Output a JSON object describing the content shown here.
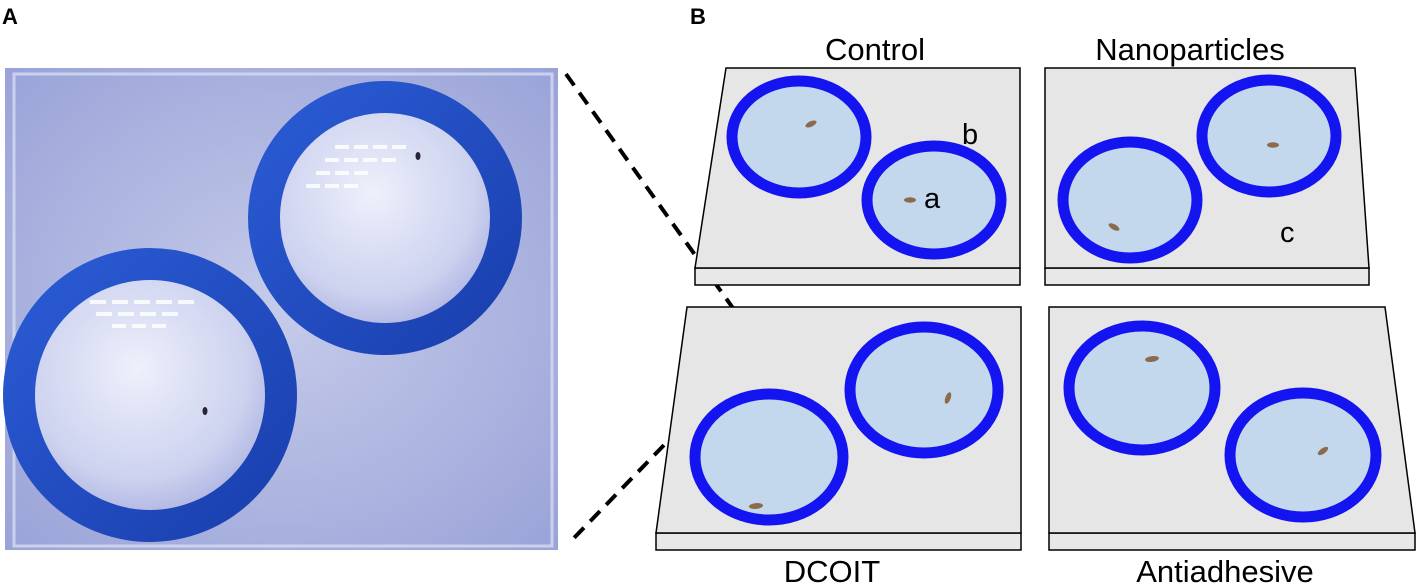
{
  "panel_labels": {
    "a": "A",
    "b": "B"
  },
  "titles": {
    "control": "Control",
    "nanoparticles": "Nanoparticles",
    "dcoit": "DCOIT",
    "antiadhesive": "Antiadhesive"
  },
  "callouts": {
    "a": "a",
    "b": "b",
    "c": "c"
  },
  "colors": {
    "ring_blue": "#1414f0",
    "well_fill": "#c3d8ec",
    "plate_fill": "#e6e6e6",
    "larva": "#8b6a4d",
    "photo_ring": "#1f4fc6",
    "photo_background": "#a8b0de"
  }
}
